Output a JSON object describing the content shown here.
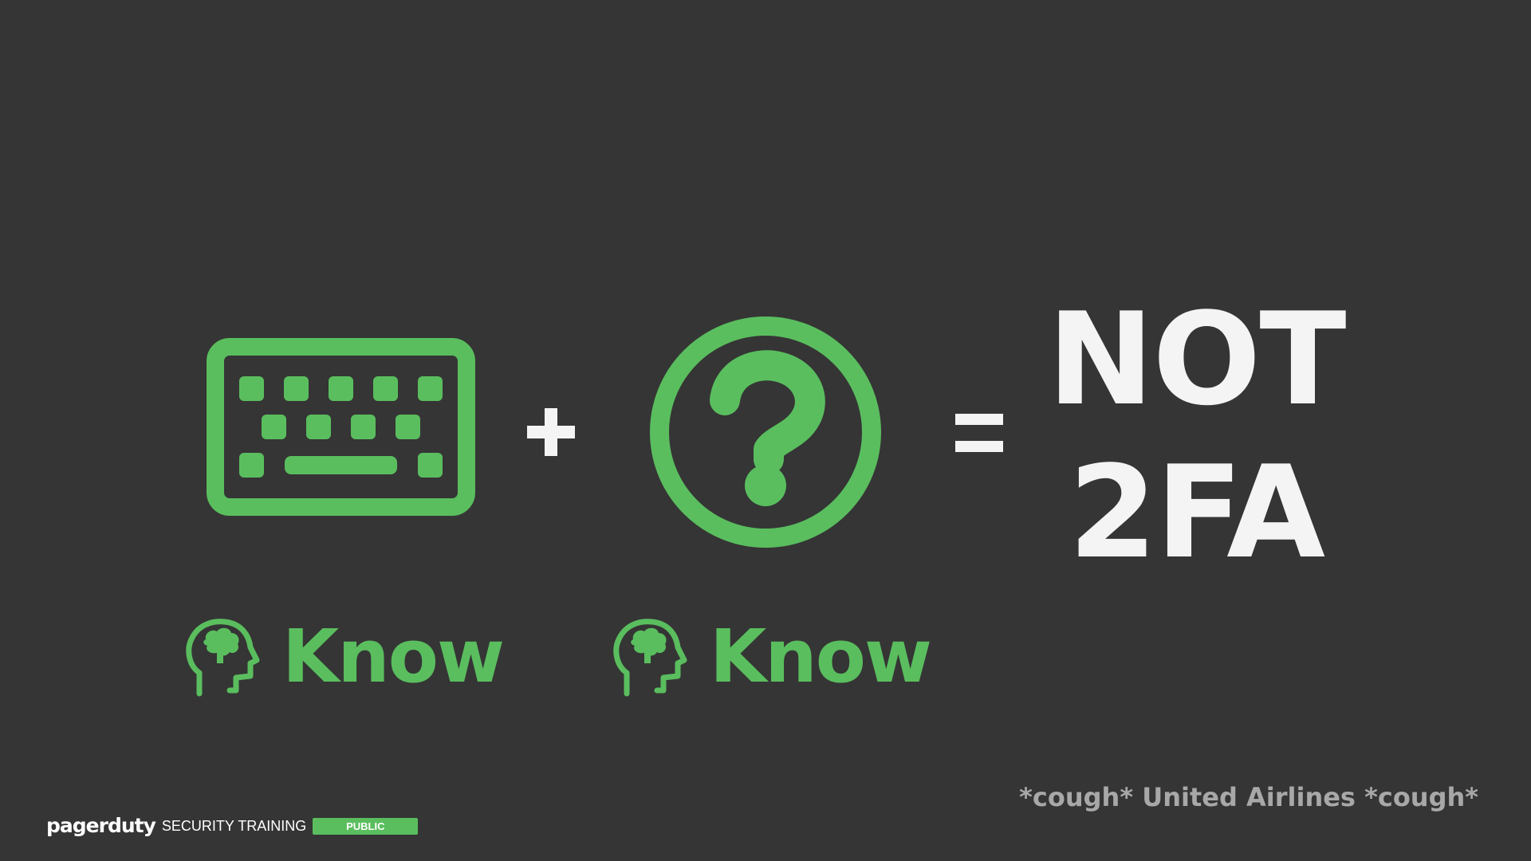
{
  "colors": {
    "background": "#353535",
    "accent_green": "#5abe5e",
    "headline_text": "#f4f4f4",
    "aside_text": "#a8a8a8"
  },
  "equation": {
    "first_icon": "keyboard-icon",
    "operator_plus": "+",
    "second_icon": "question-mark-circle-icon",
    "operator_equals": "=",
    "result_lines": [
      "NOT",
      "2FA"
    ]
  },
  "factors": [
    {
      "icon": "head-brain-icon",
      "label": "Know"
    },
    {
      "icon": "head-brain-icon",
      "label": "Know"
    }
  ],
  "aside": "*cough* United Airlines *cough*",
  "footer": {
    "brand": "pagerduty",
    "title": "SECURITY TRAINING",
    "badge": "PUBLIC"
  }
}
